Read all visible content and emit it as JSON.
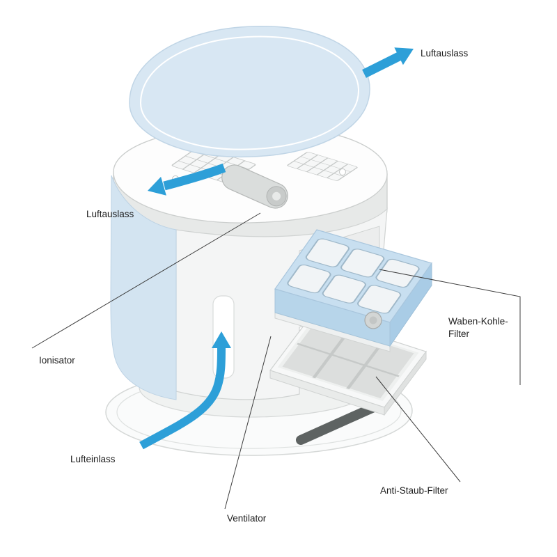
{
  "diagram": {
    "labels": {
      "luftauslass_top": "Luftauslass",
      "luftauslass_left": "Luftauslass",
      "ionisator": "Ionisator",
      "waben_kohle_filter_line1": "Waben-Kohle-",
      "waben_kohle_filter_line2": "Filter",
      "lufteinlass": "Lufteinlass",
      "anti_staub_filter": "Anti-Staub-Filter",
      "ventilator": "Ventilator"
    },
    "colors": {
      "arrow_blue": "#2D9FD8",
      "panel_blue": "#D3E4F1",
      "lid_blue": "#D8E7F3",
      "drawer_blue": "#C6DEF0",
      "body_gray": "#E8EAE9",
      "outline_gray": "#CBCECD",
      "dark_strip": "#5E6362",
      "leader_line": "#3C3C3C",
      "label_text": "#1C1C1C"
    }
  }
}
